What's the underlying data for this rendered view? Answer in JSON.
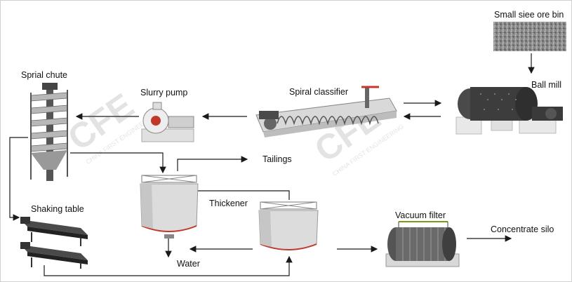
{
  "labels": {
    "ore_bin": "Small siee ore bin",
    "ball_mill": "Ball mill",
    "spiral_classifier": "Spiral classifier",
    "slurry_pump": "Slurry pump",
    "spiral_chute": "Sprial chute",
    "tailings": "Tailings",
    "thickener": "Thickener",
    "shaking_table": "Shaking table",
    "vacuum_filter": "Vacuum filter",
    "concentrate_silo": "Concentrate silo",
    "water": "Water"
  },
  "watermarks": [
    "CFE",
    "CHINA FIRST ENGINEERING"
  ],
  "colors": {
    "line": "#1a1a1a",
    "equipment_dark": "#3a3a3a",
    "equipment_light": "#e6e6e6",
    "accent_red": "#c0392b"
  }
}
